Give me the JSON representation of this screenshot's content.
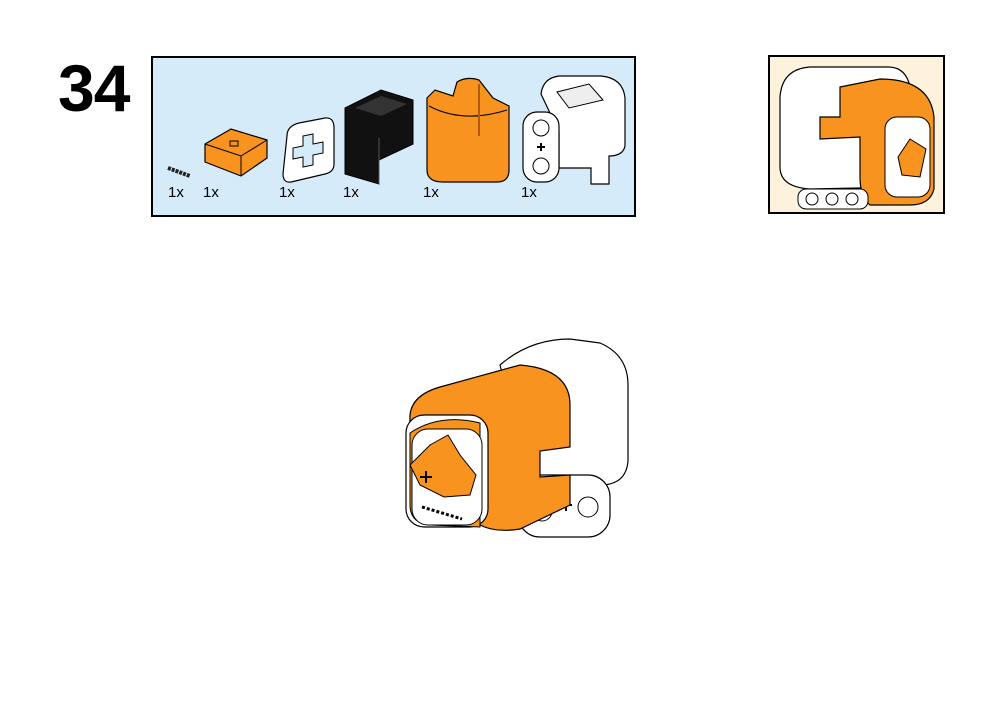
{
  "step_number": "34",
  "parts_list": [
    {
      "name": "connector-cable-piece",
      "quantity": "1x"
    },
    {
      "name": "orange-button-cap",
      "quantity": "1x"
    },
    {
      "name": "white-cross-plate",
      "quantity": "1x"
    },
    {
      "name": "black-bracket",
      "quantity": "1x"
    },
    {
      "name": "orange-housing-shell",
      "quantity": "1x"
    },
    {
      "name": "white-sensor-housing",
      "quantity": "1x"
    }
  ],
  "colors": {
    "orange": "#f7931e",
    "parts_bg": "#d6ebf9",
    "thumb_bg": "#fdf3dc"
  }
}
